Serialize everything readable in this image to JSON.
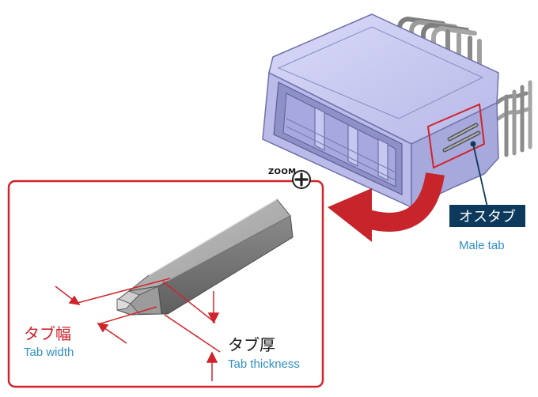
{
  "labels": {
    "zoom": "ZOOM",
    "male_tab_ja": "オスタブ",
    "male_tab_en": "Male tab",
    "tab_width_ja": "タブ幅",
    "tab_width_en": "Tab width",
    "tab_thickness_ja": "タブ厚",
    "tab_thickness_en": "Tab thickness"
  },
  "colors": {
    "accent_red": "#d0242b",
    "label_blue": "#2f8fc6",
    "label_box_navy": "#0d3a5c",
    "housing_lavender": "#c8c9f0",
    "housing_shadow": "#9596cc",
    "pin_gray": "#8d8d8d",
    "ink": "#1a1a1a"
  },
  "icons": {
    "zoom": "zoom-plus-icon",
    "arrow": "curved-arrow-icon"
  }
}
